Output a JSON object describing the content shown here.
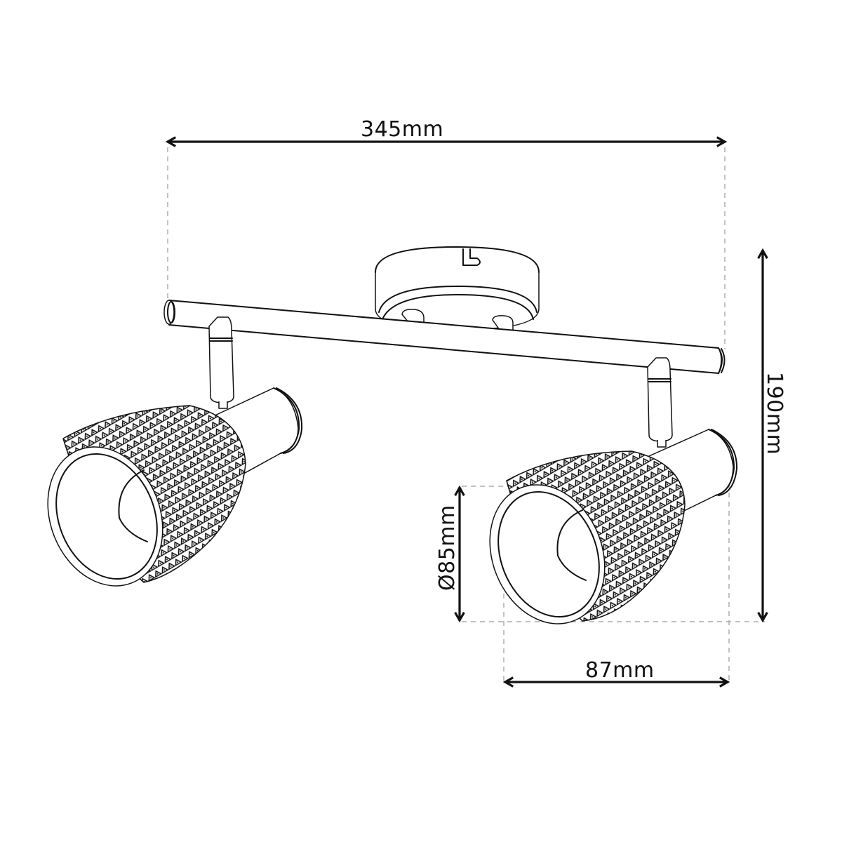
{
  "diagram": {
    "subject": "Two-spot ceiling track light fixture with knurled shades",
    "line_color": "#111111",
    "extension_line_color": "#9a9a9a",
    "background": "#ffffff"
  },
  "dimensions": {
    "overall_width": {
      "label": "345mm",
      "orientation": "horizontal"
    },
    "overall_height": {
      "label": "190mm",
      "orientation": "vertical"
    },
    "shade_diameter": {
      "label": "Ø85mm",
      "orientation": "vertical"
    },
    "shade_length": {
      "label": "87mm",
      "orientation": "horizontal"
    }
  },
  "components": {
    "ceiling_canopy": "round ceiling mount with keyhole slot",
    "bar": "horizontal tube bar",
    "spots": [
      {
        "id": "left",
        "shade": "knurled cone shade"
      },
      {
        "id": "right",
        "shade": "knurled cone shade"
      }
    ]
  }
}
